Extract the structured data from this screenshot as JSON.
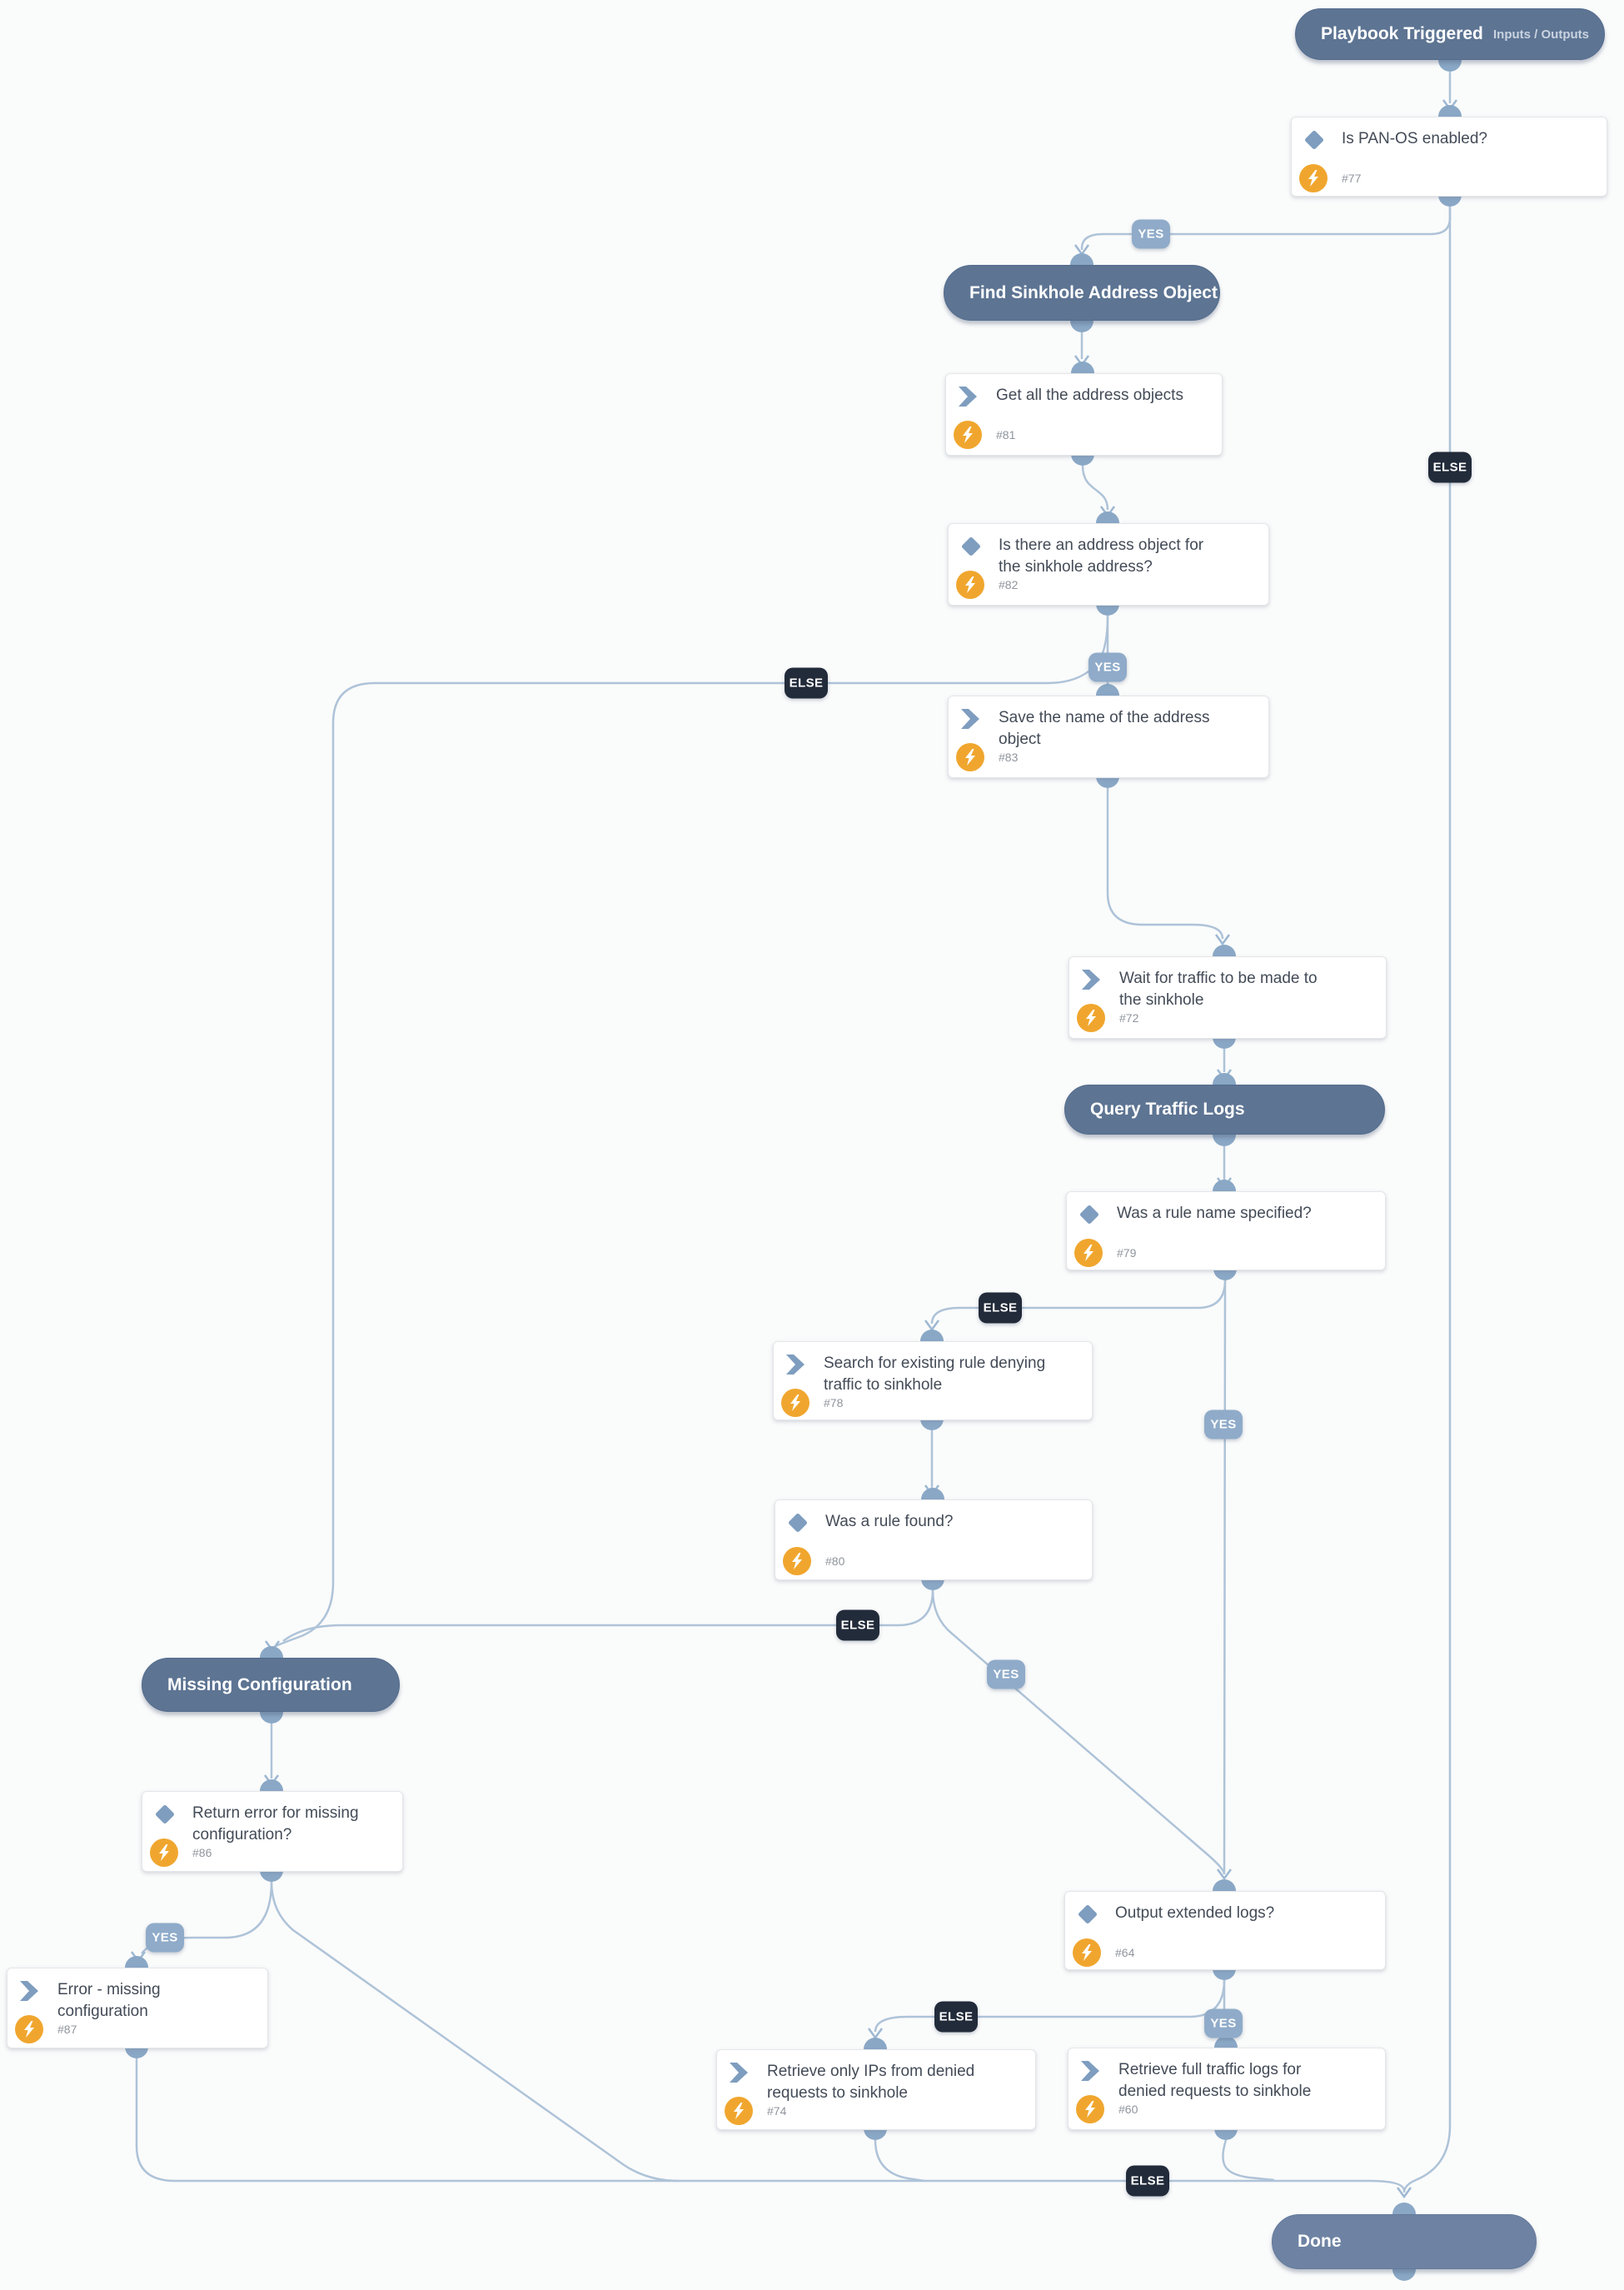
{
  "branch_labels": {
    "yes": "YES",
    "else": "ELSE"
  },
  "headers": {
    "playbook_triggered": {
      "label": "Playbook Triggered",
      "link": "Inputs / Outputs"
    },
    "find_sinkhole_address_object": {
      "label": "Find Sinkhole Address Object"
    },
    "query_traffic_logs": {
      "label": "Query Traffic Logs"
    },
    "missing_configuration": {
      "label": "Missing Configuration"
    },
    "done": {
      "label": "Done"
    }
  },
  "tasks": {
    "t77": {
      "type": "condition",
      "title": "Is PAN-OS enabled?",
      "id": "#77"
    },
    "t81": {
      "type": "action",
      "title": "Get all the address objects",
      "id": "#81"
    },
    "t82": {
      "type": "condition",
      "title": "Is there an address object for\nthe sinkhole address?",
      "id": "#82"
    },
    "t83": {
      "type": "action",
      "title": "Save the name of the address\nobject",
      "id": "#83"
    },
    "t72": {
      "type": "action",
      "title": "Wait for traffic to be made to\nthe sinkhole",
      "id": "#72"
    },
    "t79": {
      "type": "condition",
      "title": "Was a rule name specified?",
      "id": "#79"
    },
    "t78": {
      "type": "action",
      "title": "Search for existing rule denying\ntraffic to sinkhole",
      "id": "#78"
    },
    "t80": {
      "type": "condition",
      "title": "Was a rule found?",
      "id": "#80"
    },
    "t86": {
      "type": "condition",
      "title": "Return error for missing\nconfiguration?",
      "id": "#86"
    },
    "t87": {
      "type": "action",
      "title": "Error - missing configuration",
      "id": "#87"
    },
    "t64": {
      "type": "condition",
      "title": "Output extended logs?",
      "id": "#64"
    },
    "t74": {
      "type": "action",
      "title": "Retrieve only IPs from denied\nrequests to sinkhole",
      "id": "#74"
    },
    "t60": {
      "type": "action",
      "title": "Retrieve full traffic logs for\ndenied requests to sinkhole",
      "id": "#60"
    }
  },
  "colors": {
    "canvas_bg": "#fafbfb",
    "section_header_fill": "#5d7493",
    "done_fill": "#6e83a3",
    "yes_pill": "#8fabc9",
    "else_pill": "#222b3a",
    "connector": "#aec3d8",
    "connector_node": "#8aa8c6",
    "icon_blue": "#7e9dbf",
    "bolt_orange": "#f0a62e",
    "task_title": "#434b57",
    "task_id": "#8f959d"
  }
}
